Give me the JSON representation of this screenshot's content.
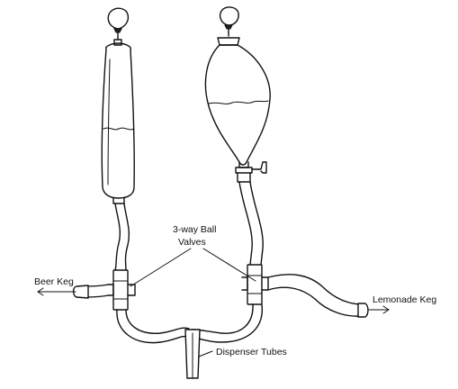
{
  "labels": {
    "valves_line1": "3-way Ball",
    "valves_line2": "Valves",
    "beer_keg": "Beer Keg",
    "lemonade_keg": "Lemonade Keg",
    "dispenser": "Dispenser Tubes"
  }
}
